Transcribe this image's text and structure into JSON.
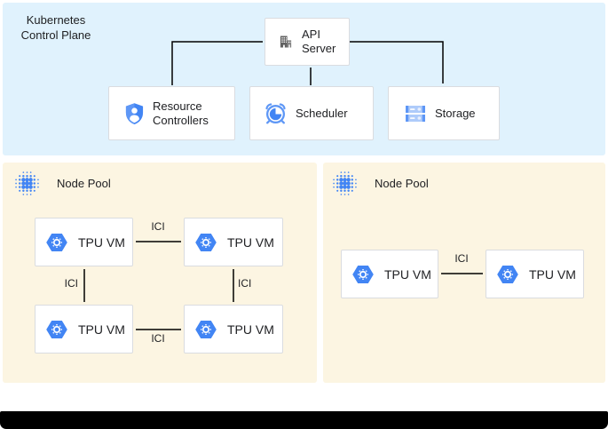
{
  "control_plane": {
    "title": "Kubernetes Control Plane",
    "nodes": [
      {
        "id": "api-server",
        "icon": "building-icon",
        "label": "API Server"
      },
      {
        "id": "resource-controllers",
        "icon": "shield-user-icon",
        "label": "Resource Controllers"
      },
      {
        "id": "scheduler",
        "icon": "alarm-clock-icon",
        "label": "Scheduler"
      },
      {
        "id": "storage",
        "icon": "server-stack-icon",
        "label": "Storage"
      }
    ],
    "edges": [
      {
        "from": "resource-controllers",
        "to": "api-server"
      },
      {
        "from": "scheduler",
        "to": "api-server"
      },
      {
        "from": "api-server",
        "to": "storage"
      }
    ]
  },
  "pools": [
    {
      "title": "Node Pool",
      "icon": "node-pool-dots-icon",
      "vms": [
        {
          "icon": "tpu-hexagon-icon",
          "label": "TPU VM"
        },
        {
          "icon": "tpu-hexagon-icon",
          "label": "TPU VM"
        },
        {
          "icon": "tpu-hexagon-icon",
          "label": "TPU VM"
        },
        {
          "icon": "tpu-hexagon-icon",
          "label": "TPU VM"
        }
      ],
      "links": [
        {
          "label": "ICI",
          "between": "top pair"
        },
        {
          "label": "ICI",
          "between": "left column"
        },
        {
          "label": "ICI",
          "between": "right column"
        },
        {
          "label": "ICI",
          "between": "bottom pair"
        }
      ]
    },
    {
      "title": "Node Pool",
      "icon": "node-pool-dots-icon",
      "vms": [
        {
          "icon": "tpu-hexagon-icon",
          "label": "TPU VM"
        },
        {
          "icon": "tpu-hexagon-icon",
          "label": "TPU VM"
        }
      ],
      "links": [
        {
          "label": "ICI",
          "between": "pair"
        }
      ]
    }
  ],
  "colors": {
    "control_plane_bg": "#E0F2FD",
    "node_pool_bg": "#FCF5E2",
    "google_blue": "#4285F4",
    "google_blue_light": "#5E97F6",
    "storage_fill": "#AECBFA",
    "icon_gray": "#616161",
    "box_border": "#DADCE0",
    "text": "#202124",
    "arrow": "#000000"
  }
}
